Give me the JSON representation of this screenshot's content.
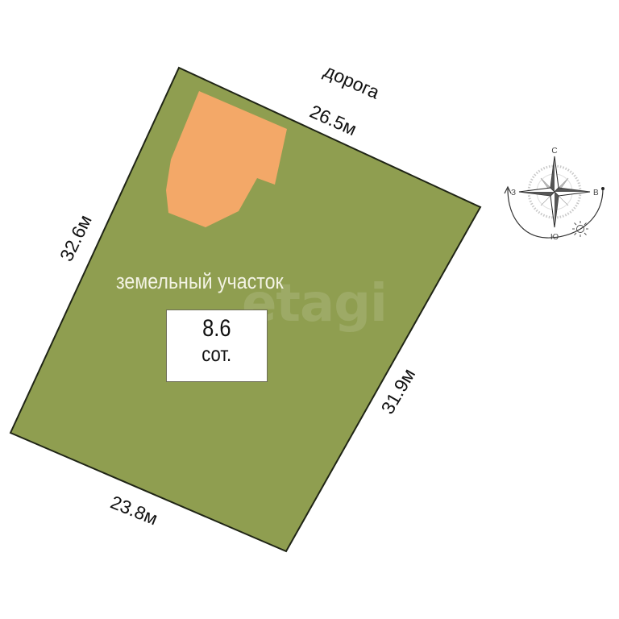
{
  "plot": {
    "title": "земельный участок",
    "area_value": "8.6",
    "area_unit": "сот.",
    "fill_color": "#8f9e50",
    "border_color": "#1f2415",
    "house_color": "#f3a868",
    "watermark": "etagi"
  },
  "dimensions": {
    "top": "26.5м",
    "left": "32.6м",
    "right": "31.9м",
    "bottom": "23.8м"
  },
  "road_label": "дорога",
  "compass": {
    "north": "С",
    "south": "Ю",
    "west": "З",
    "east": "В",
    "sun_icon": "sun-icon"
  }
}
